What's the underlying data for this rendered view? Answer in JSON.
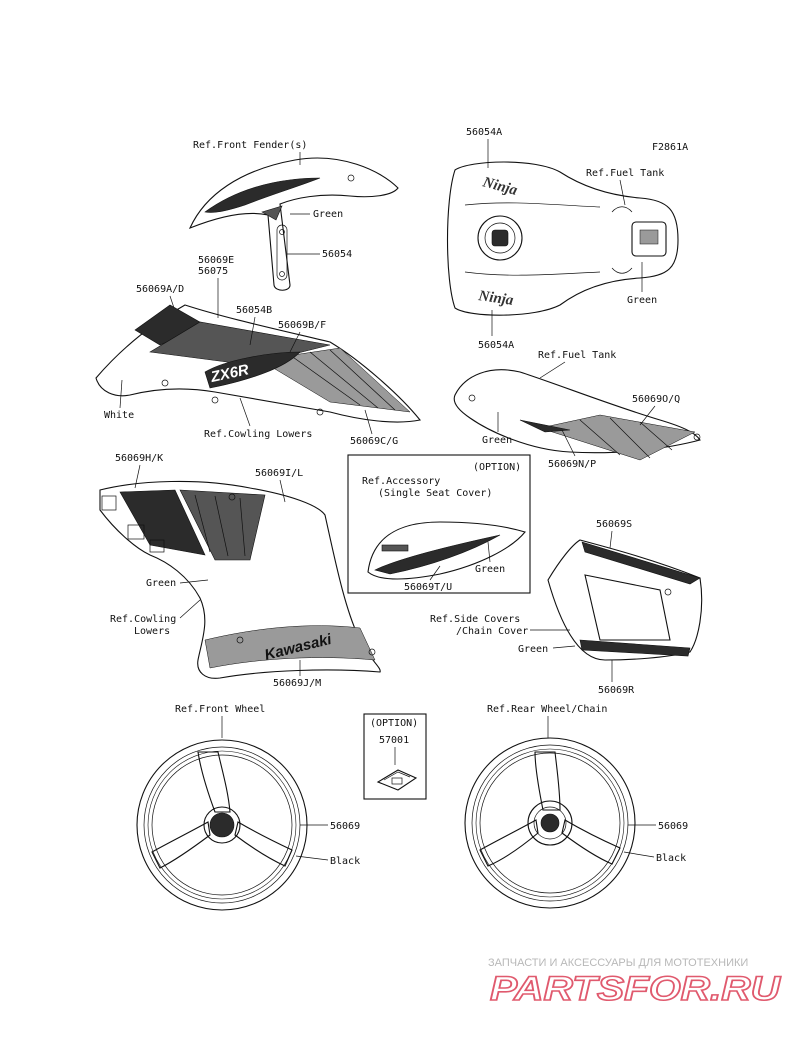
{
  "diagram_code": "F2861A",
  "labels": {
    "ref_front_fender": "Ref.Front Fender(s)",
    "green_fender": "Green",
    "p56054_fender": "56054",
    "p56054a_top": "56054A",
    "p56054a_bottom": "56054A",
    "ref_fuel_tank_1": "Ref.Fuel Tank",
    "green_tank": "Green",
    "p56069e": "56069E",
    "p56075": "56075",
    "p56069a_d": "56069A/D",
    "p56054b": "56054B",
    "p56069b_f": "56069B/F",
    "white": "White",
    "ref_cowling_lowers_1": "Ref.Cowling Lowers",
    "p56069c_g": "56069C/G",
    "ref_fuel_tank_2": "Ref.Fuel Tank",
    "p56069o_q": "56069O/Q",
    "green_side_tank": "Green",
    "p56069n_p": "56069N/P",
    "p56069h_k": "56069H/K",
    "p56069i_l": "56069I/L",
    "option_1": "(OPTION)",
    "ref_accessory": "Ref.Accessory",
    "single_seat_cover": "(Single Seat Cover)",
    "green_seat": "Green",
    "p56069t_u": "56069T/U",
    "p56069s": "56069S",
    "green_cowl": "Green",
    "ref_cowling_lowers_2a": "Ref.Cowling",
    "ref_cowling_lowers_2b": "Lowers",
    "ref_side_covers": "Ref.Side Covers",
    "chain_cover": "/Chain Cover",
    "green_side_cover": "Green",
    "p56069r": "56069R",
    "p56069j_m": "56069J/M",
    "ref_front_wheel": "Ref.Front Wheel",
    "option_2": "(OPTION)",
    "p57001": "57001",
    "ref_rear_wheel": "Ref.Rear Wheel/Chain",
    "p56069_front": "56069",
    "black_front": "Black",
    "p56069_rear": "56069",
    "black_rear": "Black"
  },
  "decal_text": {
    "ninja": "Ninja",
    "zx6r": "ZX6R",
    "kawasaki": "Kawasaki"
  },
  "watermark": {
    "caption": "ЗАПЧАСТИ И АКСЕССУАРЫ ДЛЯ МОТОТЕХНИКИ",
    "logo": "PARTSFOR.RU",
    "logo_color": "#e05a6e"
  }
}
